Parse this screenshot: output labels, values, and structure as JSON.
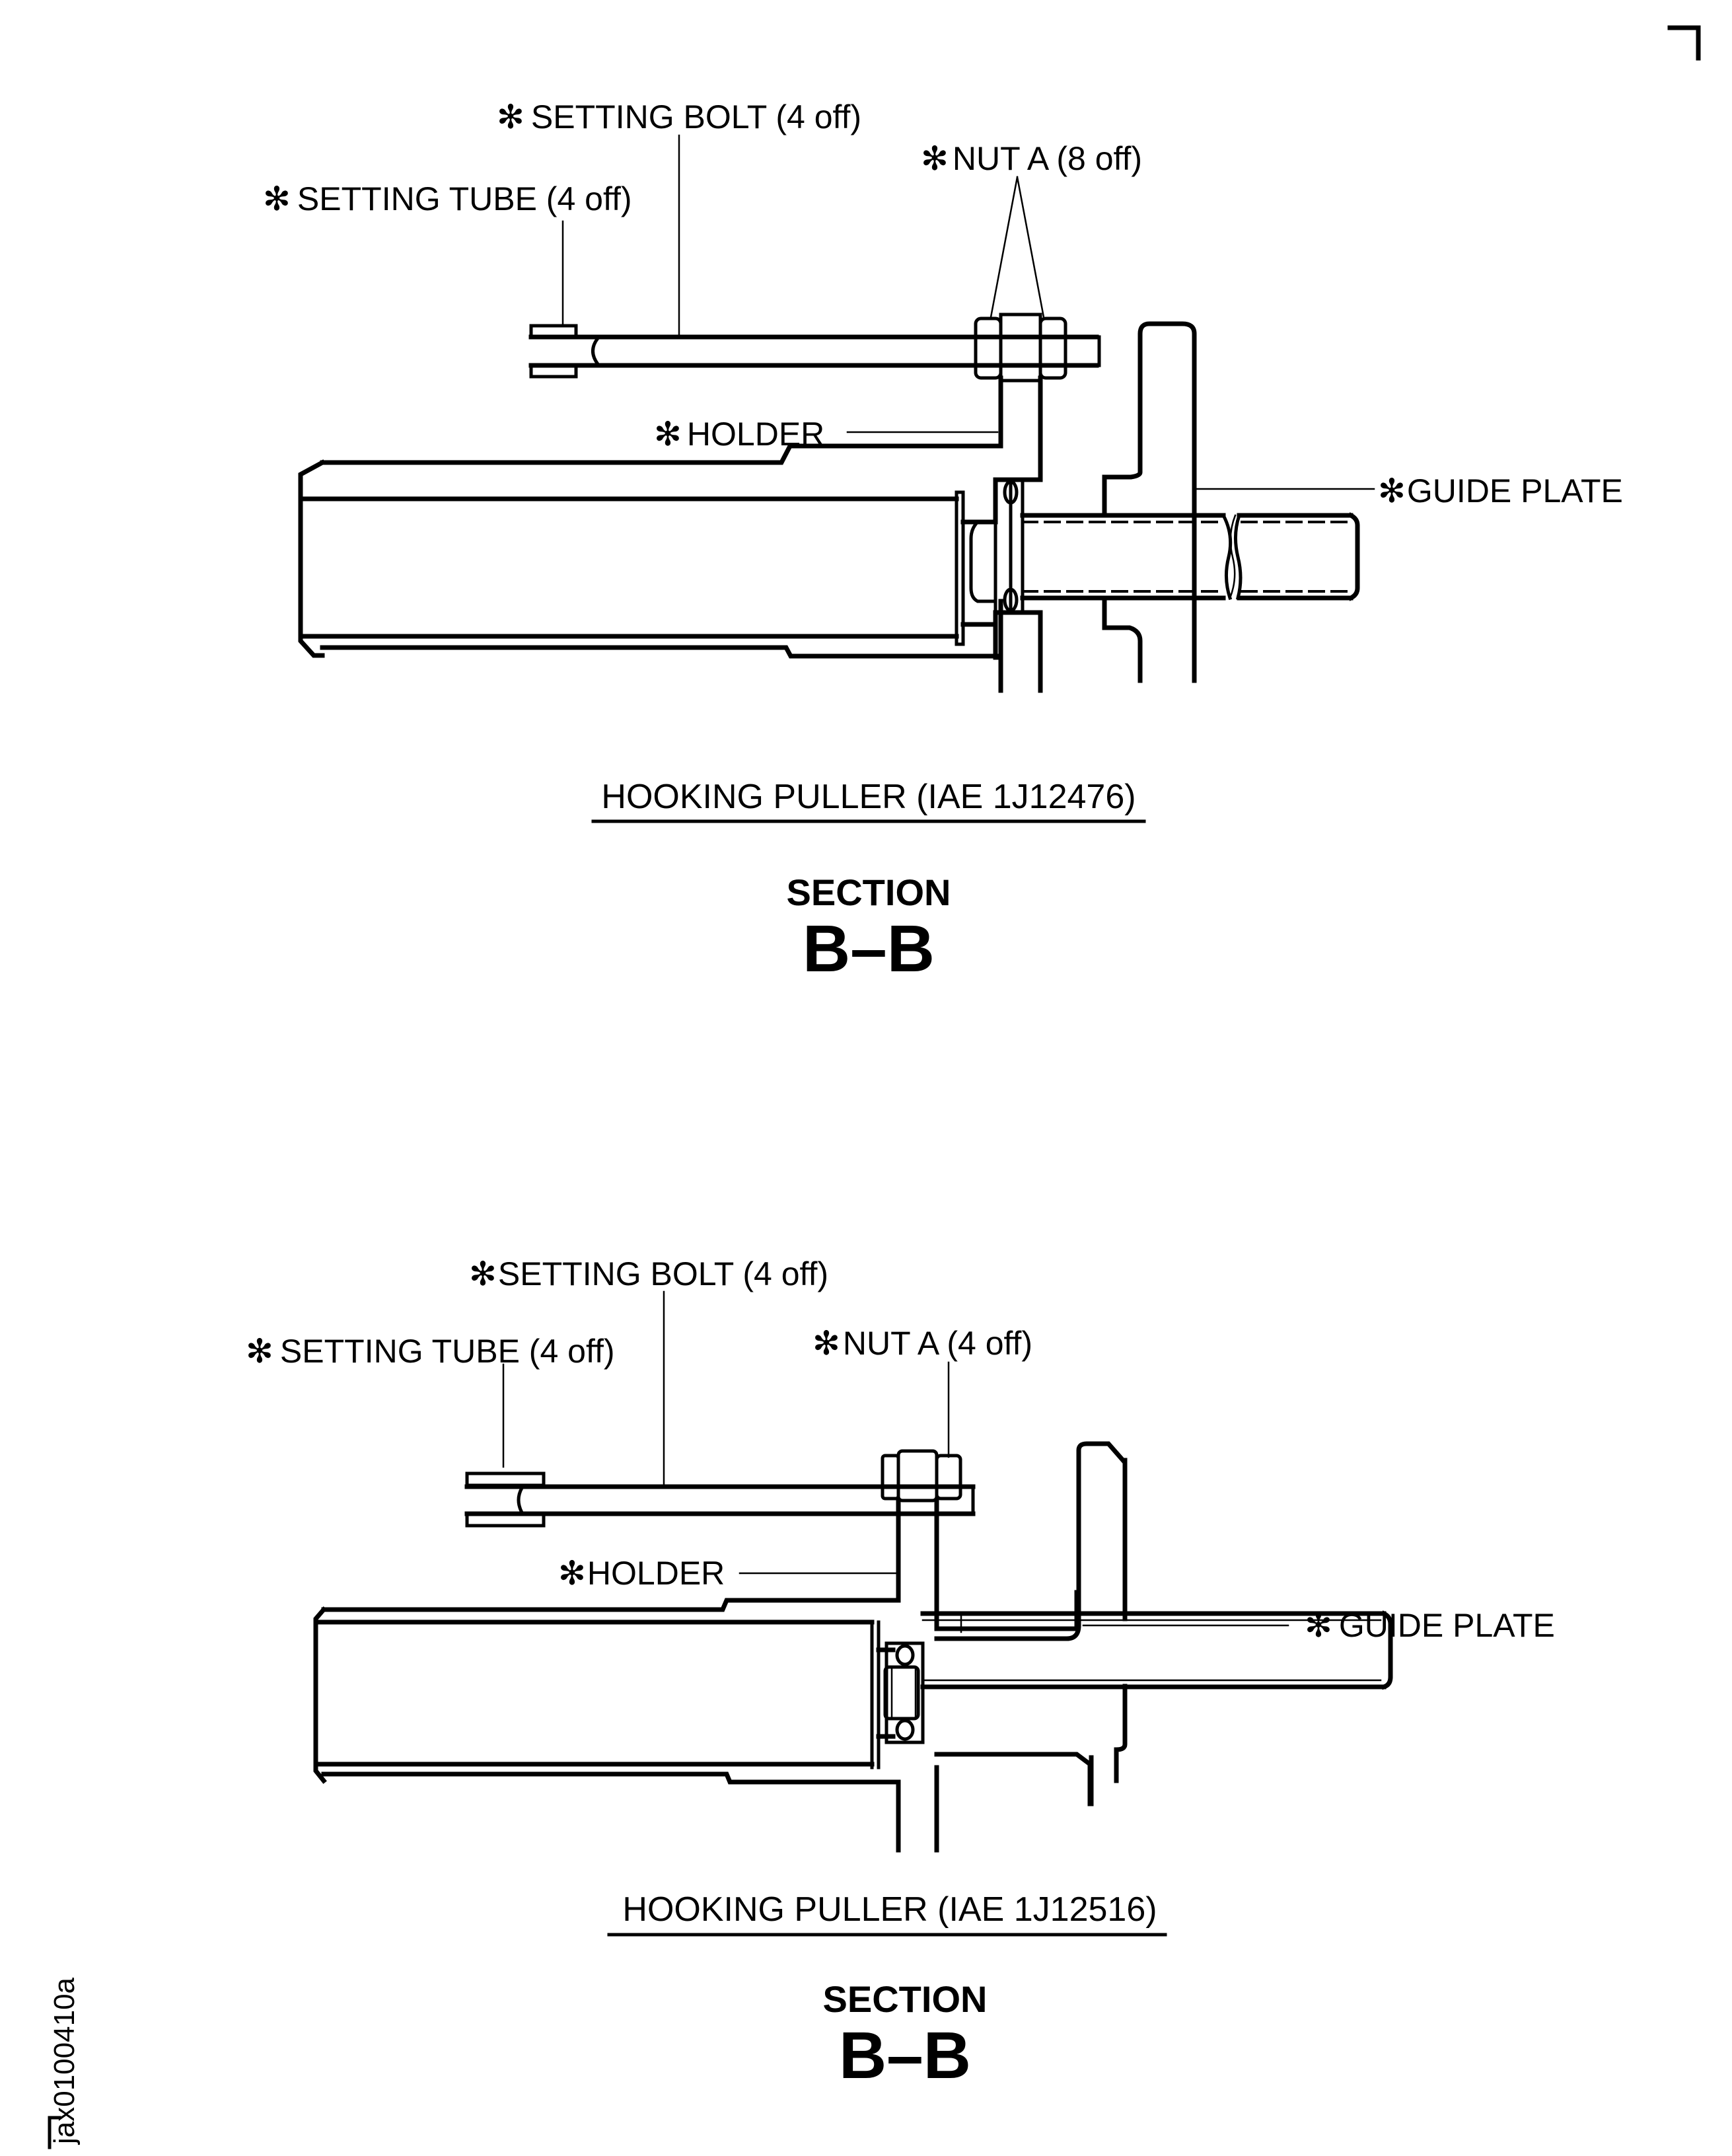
{
  "figures": [
    {
      "labels": {
        "setting_bolt": "SETTING BOLT (4 off)",
        "setting_tube": "SETTING TUBE (4 off)",
        "nut_a": "NUT A (8 off)",
        "holder": "HOLDER",
        "guide_plate": "GUIDE PLATE"
      },
      "caption": "HOOKING PULLER (IAE 1J12476)",
      "section_word": "SECTION",
      "section_id": "B–B"
    },
    {
      "labels": {
        "setting_bolt": "SETTING BOLT (4 off)",
        "setting_tube": "SETTING TUBE (4 off)",
        "nut_a": "NUT A (4 off)",
        "holder": "HOLDER",
        "guide_plate": "GUIDE PLATE"
      },
      "caption": "HOOKING PULLER (IAE 1J12516)",
      "section_word": "SECTION",
      "section_id": "B–B"
    }
  ],
  "asterisk_symbol": "✻",
  "reference_code": "jax0100410a"
}
